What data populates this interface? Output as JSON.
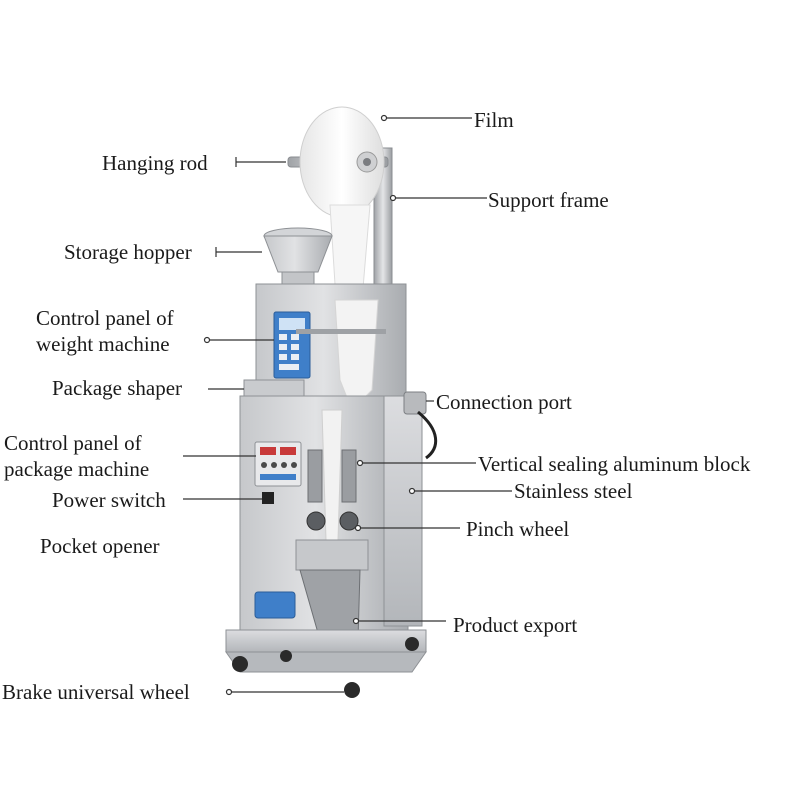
{
  "labels": {
    "film": "Film",
    "hanging_rod": "Hanging rod",
    "support_frame": "Support frame",
    "storage_hopper": "Storage hopper",
    "control_panel_weight_l1": "Control panel of",
    "control_panel_weight_l2": "weight machine",
    "package_shaper": "Package shaper",
    "connection_port": "Connection port",
    "control_panel_package_l1": "Control panel of",
    "control_panel_package_l2": "package machine",
    "vertical_sealing": "Vertical sealing aluminum block",
    "stainless_steel": "Stainless steel",
    "power_switch": "Power switch",
    "pinch_wheel": "Pinch wheel",
    "pocket_opener": "Pocket opener",
    "product_export": "Product export",
    "brake_wheel": "Brake universal wheel"
  },
  "colors": {
    "steel_light": "#d9dadc",
    "steel_mid": "#b9bbbe",
    "steel_dark": "#8e9195",
    "panel_blue": "#3f7fc9",
    "film_white": "#f4f4f4",
    "leader_line": "#333333"
  }
}
